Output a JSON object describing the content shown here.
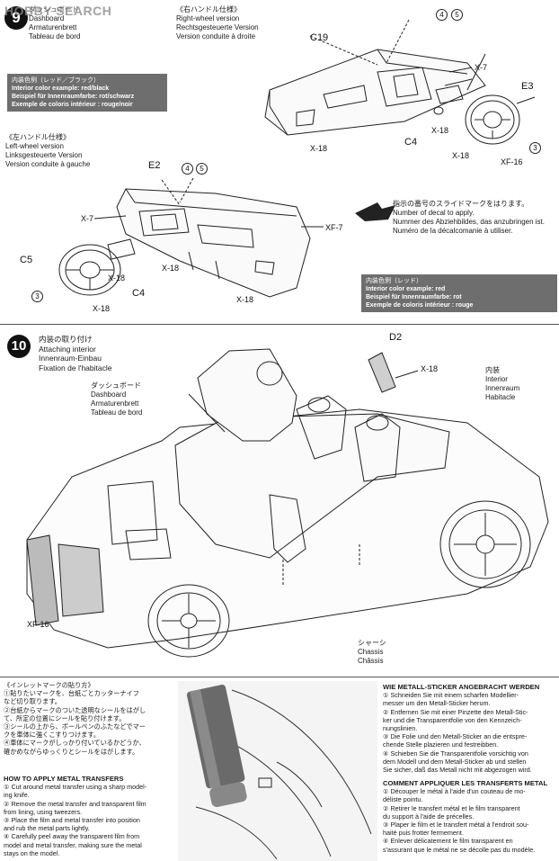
{
  "watermark": "HOBBY SEARCH",
  "step9": {
    "number": "9",
    "title_lines": [
      "ダッシュボード",
      "Dashboard",
      "Armaturenbrett",
      "Tableau de bord"
    ],
    "right_header": [
      "《右ハンドル仕様》",
      "Right-wheel version",
      "Rechtsgesteuerte Version",
      "Version conduite à droite"
    ],
    "left_header": [
      "《左ハンドル仕様》",
      "Left-wheel version",
      "Linksgesteuerte Version",
      "Version conduite à gauche"
    ],
    "box_redblack": [
      "内装色例（レッド／ブラック）",
      "Interior color example: red/black",
      "Beispiel für Innenraumfarbe: rot/schwarz",
      "Exemple de coloris intérieur : rouge/noir"
    ],
    "box_red": [
      "内装色例（レッド）",
      "Interior color example: red",
      "Beispiel für Innenraumfarbe: rot",
      "Exemple de coloris intérieur : rouge"
    ],
    "decal_note": [
      "指示の番号のスライドマークをはります。",
      "Number of decal to apply.",
      "Nummer des Abziehbildes, das anzubringen ist.",
      "Numéro de la décalcomanie à utiliser."
    ],
    "parts": {
      "c19": "C19",
      "e3": "E3",
      "c4": "C4",
      "e2": "E2",
      "c5": "C5",
      "x7": "X-7",
      "x18": "X-18",
      "xf16": "XF-16",
      "xf7": "XF-7",
      "n3": "3",
      "n45": "4",
      "n5": "5"
    }
  },
  "step10": {
    "number": "10",
    "title_lines": [
      "内装の取り付け",
      "Attaching interior",
      "Innenraum-Einbau",
      "Fixation de l'habitacle"
    ],
    "dash_label": [
      "ダッシュボード",
      "Dashboard",
      "Armaturenbrett",
      "Tableau de bord"
    ],
    "interior_label": [
      "内装",
      "Interior",
      "Innenraum",
      "Habitacle"
    ],
    "chassis_label": [
      "シャーシ",
      "Chassis",
      "Châssis"
    ],
    "d2": "D2",
    "x18": "X-18",
    "xf16": "XF-16"
  },
  "metal": {
    "jp_title": "《インレットマークの貼り方》",
    "jp_lines": [
      "①貼りたいマークを、台紙ごとカッターナイフ",
      "など切り取ります。",
      "②台紙からマークのついた透明なシールをはがし",
      "て、所定の位置にシールを貼り付けます。",
      "③シールの上から、ボールペンのふたなどでマー",
      "クを車体に強くこすりつけます。",
      "④車体にマークがしっかり付いているかどうか、",
      "確かめながらゆっくりとシールをはがします。"
    ],
    "en_title": "HOW TO APPLY METAL TRANSFERS",
    "en_lines": [
      "① Cut around metal transfer using a sharp model-",
      "ing knife.",
      "② Remove the metal transfer and transparent film",
      "from lining, using tweezers.",
      "③ Place the film and metal transfer into position",
      "and rub the metal parts lightly.",
      "④ Carefully peel away the transparent film from",
      "model and metal transfer, making sure the metal",
      "stays on the model."
    ],
    "de_title": "WIE METALL-STICKER ANGEBRACHT WERDEN",
    "de_lines": [
      "① Schneiden Sie mit einem scharfen Modellier-",
      "messer um den Metall-Sticker herum.",
      "② Entfernen Sie mit einer Pinzette den Metall-Stic-",
      "ker und die Transparentfolie von den Kennzeich-",
      "nungslinien.",
      "③ Die Folie und den Metall-Sticker an die entspre-",
      "chende Stelle plazieren und festreibben.",
      "④ Schieben Sie die Transparentfolie vorsichtig von",
      "dem Modell und dem Metall-Sticker ab und stellen",
      "Sie sicher, daß das Metall nicht mit abgezogen wird."
    ],
    "fr_title": "COMMENT APPLIQUER LES TRANSFERTS METAL",
    "fr_lines": [
      "① Découper le métal à l'aide d'un couteau de mo-",
      "déliste pointu.",
      "② Retirer le transfert métal et le film transparent",
      "du support à l'aide de précelles.",
      "③ Plaper le film et le transfert métal à l'endroit sou-",
      "haité puis frotter fermement.",
      "④ Enlever délicatement le film transparent en",
      "s'assurant que le métal ne se décolle pas du modèle."
    ]
  }
}
